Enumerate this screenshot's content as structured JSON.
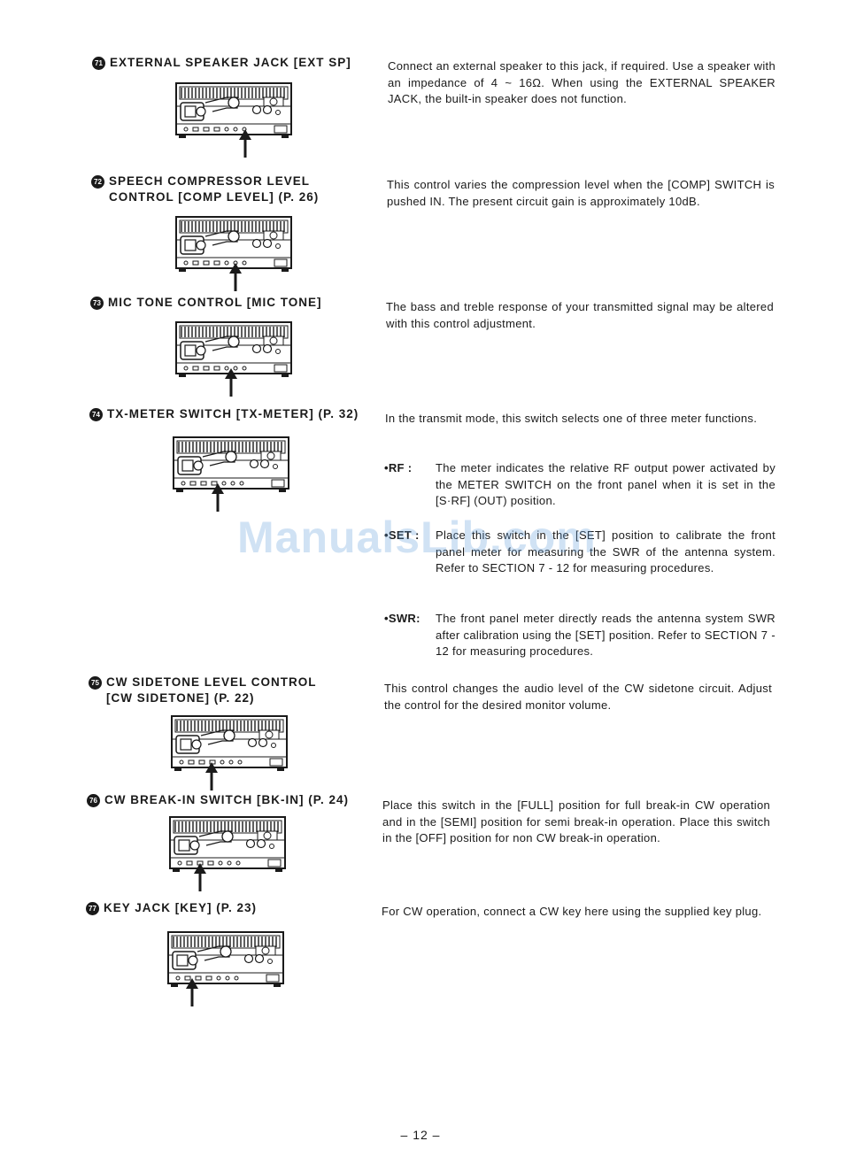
{
  "sections": [
    {
      "num": "71",
      "heading": [
        "EXTERNAL SPEAKER JACK [EXT SP]"
      ],
      "paragraphs": [
        "Connect an external speaker to this jack, if required. Use a speaker with an impedance of 4 ~ 16Ω. When using the EXTERNAL SPEAKER JACK, the built-in speaker does not function."
      ]
    },
    {
      "num": "72",
      "heading": [
        "SPEECH COMPRESSOR LEVEL",
        "CONTROL [COMP LEVEL] (P. 26)"
      ],
      "paragraphs": [
        "This control varies the compression level when the [COMP] SWITCH is pushed IN. The present circuit gain is approximately 10dB."
      ]
    },
    {
      "num": "73",
      "heading": [
        "MIC TONE CONTROL [MIC TONE]"
      ],
      "paragraphs": [
        "The bass and treble response of your transmitted signal may be altered with this control adjustment."
      ]
    },
    {
      "num": "74",
      "heading": [
        "TX-METER SWITCH [TX-METER] (P. 32)"
      ],
      "paragraphs": [
        "In the transmit mode, this switch selects one of three meter functions."
      ],
      "bullets": [
        {
          "key": "•RF :",
          "text": "The meter indicates the relative RF output power activated by the METER SWITCH on the front panel when it is set in the [S·RF] (OUT) position."
        },
        {
          "key": "•SET :",
          "text": "Place this switch in the [SET] position to calibrate the front panel meter for measuring the SWR of the antenna system. Refer to SECTION 7 - 12 for measuring procedures."
        },
        {
          "key": "•SWR:",
          "text": "The front panel meter directly reads the antenna system SWR after calibration using the [SET] position. Refer to SECTION 7 - 12 for measuring procedures."
        }
      ]
    },
    {
      "num": "75",
      "heading": [
        "CW SIDETONE LEVEL CONTROL",
        "[CW SIDETONE] (P. 22)"
      ],
      "paragraphs": [
        "This control changes the audio level of the CW sidetone circuit. Adjust the control for the desired monitor volume."
      ]
    },
    {
      "num": "76",
      "heading": [
        "CW BREAK-IN SWITCH [BK-IN] (P. 24)"
      ],
      "paragraphs": [
        "Place this switch in the [FULL] position for full break-in CW operation and in the [SEMI] position for semi break-in operation. Place this switch in the [OFF] position for non CW break-in operation."
      ]
    },
    {
      "num": "77",
      "heading": [
        "KEY JACK [KEY] (P. 23)"
      ],
      "paragraphs": [
        "For CW operation, connect a CW key here using the supplied key plug."
      ]
    }
  ],
  "watermark": "ManualsLib.com",
  "page_number": "– 12 –"
}
